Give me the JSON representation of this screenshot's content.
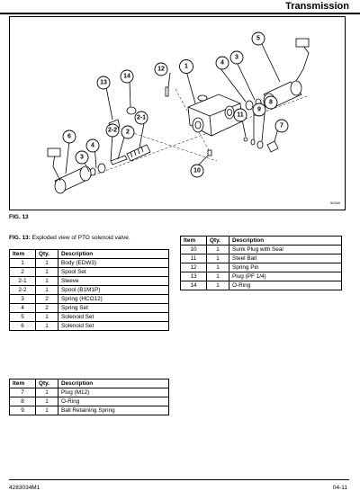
{
  "header": {
    "title": "Transmission"
  },
  "figure": {
    "code": "50340",
    "callouts": [
      "1",
      "2",
      "2-1",
      "2-2",
      "3",
      "3",
      "4",
      "4",
      "5",
      "6",
      "7",
      "8",
      "9",
      "10",
      "11",
      "12",
      "13",
      "14"
    ],
    "fig_number": "FIG. 13",
    "caption_label": "FIG. 13:",
    "caption_text": "Exploded view of PTO solenoid valve."
  },
  "table_headers": {
    "item": "Item",
    "qty": "Qty.",
    "desc": "Description"
  },
  "table1": [
    {
      "item": "1",
      "qty": "1",
      "desc": "Body (EDW3)"
    },
    {
      "item": "2",
      "qty": "1",
      "desc": "Spool Set"
    },
    {
      "item": "2-1",
      "qty": "1",
      "desc": "Sleeve"
    },
    {
      "item": "2-2",
      "qty": "1",
      "desc": "Spool (B1M1P)"
    },
    {
      "item": "3",
      "qty": "2",
      "desc": "Spring (HCO12)"
    },
    {
      "item": "4",
      "qty": "2",
      "desc": "Spring Set"
    },
    {
      "item": "5",
      "qty": "1",
      "desc": "Solenoid Set"
    },
    {
      "item": "6",
      "qty": "1",
      "desc": "Solenoid Set"
    }
  ],
  "table2": [
    {
      "item": "7",
      "qty": "1",
      "desc": "Plug (M12)"
    },
    {
      "item": "8",
      "qty": "1",
      "desc": "O-Ring"
    },
    {
      "item": "9",
      "qty": "1",
      "desc": "Ball Retaining Spring"
    }
  ],
  "table3": [
    {
      "item": "10",
      "qty": "1",
      "desc": "Sunk Plug with Seal"
    },
    {
      "item": "11",
      "qty": "1",
      "desc": "Steel Ball"
    },
    {
      "item": "12",
      "qty": "1",
      "desc": "Spring Pin"
    },
    {
      "item": "13",
      "qty": "1",
      "desc": "Plug (PF 1/4)"
    },
    {
      "item": "14",
      "qty": "1",
      "desc": "O-Ring"
    }
  ],
  "footer": {
    "doc_number": "4283034M1",
    "page": "04-11"
  }
}
